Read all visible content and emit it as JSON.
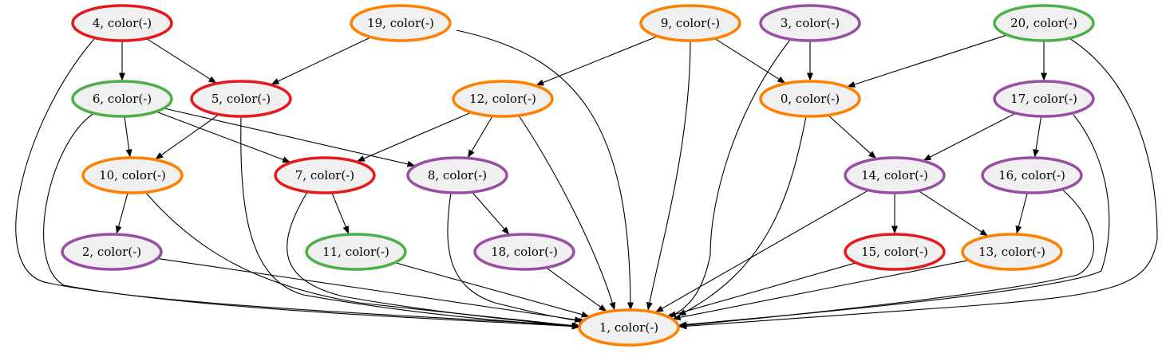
{
  "colors": {
    "red": "#e41a1c",
    "green": "#4daf4a",
    "orange": "#ff7f00",
    "purple": "#984ea3",
    "node_fill": "#f0f0f0",
    "edge": "#000000"
  },
  "nodes": [
    {
      "id": "4",
      "label": "4, color(-)",
      "color": "red"
    },
    {
      "id": "19",
      "label": "19, color(-)",
      "color": "orange"
    },
    {
      "id": "9",
      "label": "9, color(-)",
      "color": "orange"
    },
    {
      "id": "3",
      "label": "3, color(-)",
      "color": "purple"
    },
    {
      "id": "20",
      "label": "20, color(-)",
      "color": "green"
    },
    {
      "id": "6",
      "label": "6, color(-)",
      "color": "green"
    },
    {
      "id": "5",
      "label": "5, color(-)",
      "color": "red"
    },
    {
      "id": "12",
      "label": "12, color(-)",
      "color": "orange"
    },
    {
      "id": "0",
      "label": "0, color(-)",
      "color": "orange"
    },
    {
      "id": "17",
      "label": "17, color(-)",
      "color": "purple"
    },
    {
      "id": "10",
      "label": "10, color(-)",
      "color": "orange"
    },
    {
      "id": "7",
      "label": "7, color(-)",
      "color": "red"
    },
    {
      "id": "8",
      "label": "8, color(-)",
      "color": "purple"
    },
    {
      "id": "14",
      "label": "14, color(-)",
      "color": "purple"
    },
    {
      "id": "16",
      "label": "16, color(-)",
      "color": "purple"
    },
    {
      "id": "2",
      "label": "2, color(-)",
      "color": "purple"
    },
    {
      "id": "11",
      "label": "11, color(-)",
      "color": "green"
    },
    {
      "id": "18",
      "label": "18, color(-)",
      "color": "purple"
    },
    {
      "id": "15",
      "label": "15, color(-)",
      "color": "red"
    },
    {
      "id": "13",
      "label": "13, color(-)",
      "color": "orange"
    },
    {
      "id": "1",
      "label": "1, color(-)",
      "color": "orange"
    }
  ],
  "edges": [
    [
      "4",
      "6"
    ],
    [
      "4",
      "5"
    ],
    [
      "4",
      "1"
    ],
    [
      "19",
      "5"
    ],
    [
      "19",
      "1"
    ],
    [
      "9",
      "12"
    ],
    [
      "9",
      "0"
    ],
    [
      "9",
      "1"
    ],
    [
      "3",
      "0"
    ],
    [
      "3",
      "1"
    ],
    [
      "20",
      "0"
    ],
    [
      "20",
      "17"
    ],
    [
      "20",
      "1"
    ],
    [
      "6",
      "10"
    ],
    [
      "6",
      "7"
    ],
    [
      "6",
      "8"
    ],
    [
      "6",
      "1"
    ],
    [
      "5",
      "10"
    ],
    [
      "5",
      "1"
    ],
    [
      "12",
      "7"
    ],
    [
      "12",
      "8"
    ],
    [
      "12",
      "1"
    ],
    [
      "0",
      "14"
    ],
    [
      "0",
      "1"
    ],
    [
      "17",
      "14"
    ],
    [
      "17",
      "16"
    ],
    [
      "17",
      "1"
    ],
    [
      "10",
      "2"
    ],
    [
      "10",
      "1"
    ],
    [
      "7",
      "11"
    ],
    [
      "7",
      "1"
    ],
    [
      "8",
      "18"
    ],
    [
      "8",
      "1"
    ],
    [
      "14",
      "15"
    ],
    [
      "14",
      "13"
    ],
    [
      "14",
      "1"
    ],
    [
      "16",
      "13"
    ],
    [
      "16",
      "1"
    ],
    [
      "2",
      "1"
    ],
    [
      "11",
      "1"
    ],
    [
      "18",
      "1"
    ],
    [
      "15",
      "1"
    ],
    [
      "13",
      "1"
    ]
  ]
}
